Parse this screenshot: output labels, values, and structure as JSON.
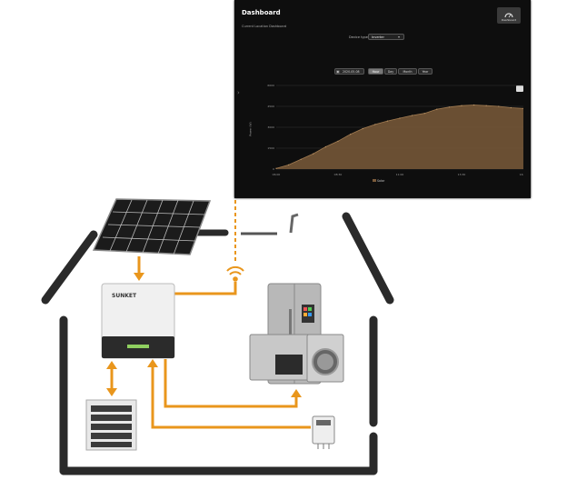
{
  "dashboard": {
    "title": "Dashboard",
    "subtitle": "Current Location Dashboard",
    "logo_label": "Dashboard",
    "select_label": "Device type",
    "select_value": "Inverter",
    "date_value": "2020-05-08",
    "range_buttons": [
      {
        "label": "Hour",
        "active": true
      },
      {
        "label": "Day",
        "active": false
      },
      {
        "label": "Month",
        "active": false
      },
      {
        "label": "Year",
        "active": false
      }
    ],
    "y_axis_label": "Power (W)",
    "y_ticks": [
      "6000",
      "4500",
      "3000",
      "1500",
      "0"
    ],
    "x_ticks": [
      "06:00",
      "08:30",
      "11:00",
      "13:30",
      "16:00"
    ],
    "legend_label": "Solar",
    "accent_color": "#7a5a3a"
  },
  "chart_data": {
    "type": "area",
    "title": "",
    "xlabel": "",
    "ylabel": "Power (W)",
    "x": [
      "06:00",
      "06:30",
      "07:00",
      "07:30",
      "08:00",
      "08:30",
      "09:00",
      "09:30",
      "10:00",
      "10:30",
      "11:00",
      "11:30",
      "12:00",
      "12:30",
      "13:00",
      "13:30",
      "14:00",
      "14:30",
      "15:00",
      "15:30",
      "16:00"
    ],
    "series": [
      {
        "name": "Solar",
        "values": [
          50,
          300,
          700,
          1100,
          1600,
          2000,
          2500,
          2900,
          3200,
          3450,
          3650,
          3850,
          4000,
          4300,
          4450,
          4550,
          4600,
          4550,
          4500,
          4400,
          4350
        ]
      }
    ],
    "ylim": [
      0,
      6000
    ],
    "grid": true,
    "legend": "bottom-center"
  },
  "scene": {
    "brand_label": "SUNKET",
    "icons": [
      "solar-panel-icon",
      "wifi-icon",
      "inverter-icon",
      "battery-rack-icon",
      "fridge-icon",
      "washing-machine-icon",
      "microwave-icon",
      "meter-icon",
      "stick-icon"
    ],
    "flow_color": "#e9961c",
    "wall_color": "#2a2a2a"
  }
}
